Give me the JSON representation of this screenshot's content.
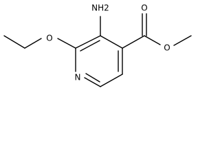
{
  "molecule": {
    "atoms": {
      "amino": "NH2",
      "ether_oxygen": "O",
      "ring_nitrogen": "N",
      "carbonyl_oxygen": "O",
      "ester_oxygen": "O"
    }
  }
}
